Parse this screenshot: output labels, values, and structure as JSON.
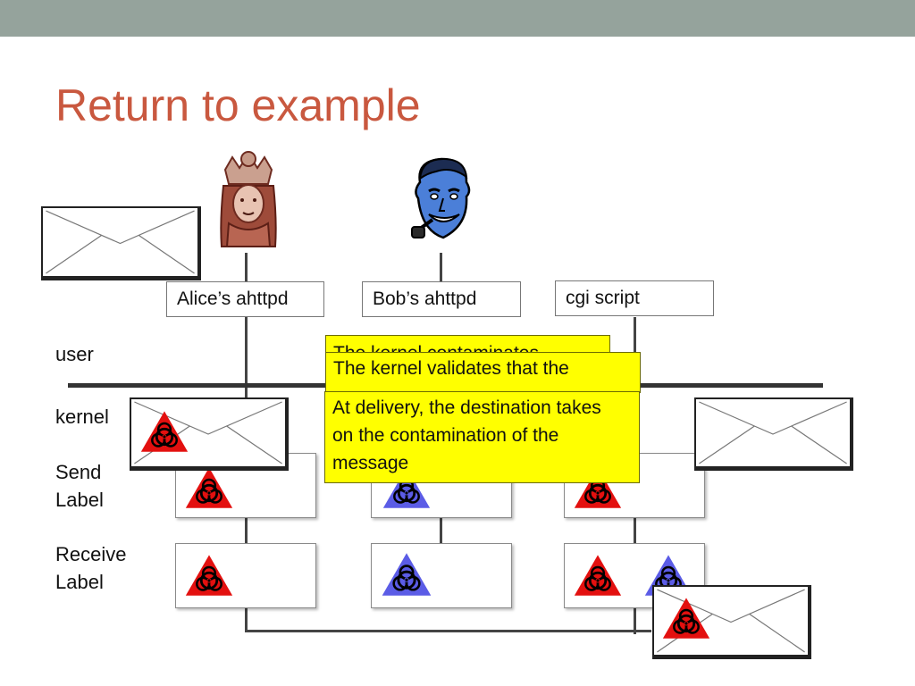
{
  "slide": {
    "title": "Return to example",
    "accent_color": "#c9583f",
    "top_bar_color": "#95a39c"
  },
  "processes": {
    "alice": "Alice’s ahttpd",
    "bob": "Bob’s ahttpd",
    "cgi": "cgi script"
  },
  "row_labels": {
    "user": "user",
    "kernel": "kernel",
    "send_label": "Send Label",
    "receive_label": "Receive Label"
  },
  "notes": {
    "contaminates": "The kernel contaminates",
    "validates": "The kernel validates that the",
    "delivery": "At delivery, the destination takes on the contamination of the message"
  },
  "labels": {
    "alice_send": [
      "red"
    ],
    "alice_receive": [
      "red"
    ],
    "bob_send": [
      "blue"
    ],
    "bob_receive": [
      "blue"
    ],
    "cgi_send": [
      "red"
    ],
    "cgi_receive": [
      "red",
      "blue"
    ]
  },
  "contamination_colors": {
    "red": "#e3100f",
    "blue": "#5b5ce6"
  },
  "icons": [
    "alice-figure",
    "bob-figure",
    "envelope-icon",
    "biohazard-icon"
  ]
}
